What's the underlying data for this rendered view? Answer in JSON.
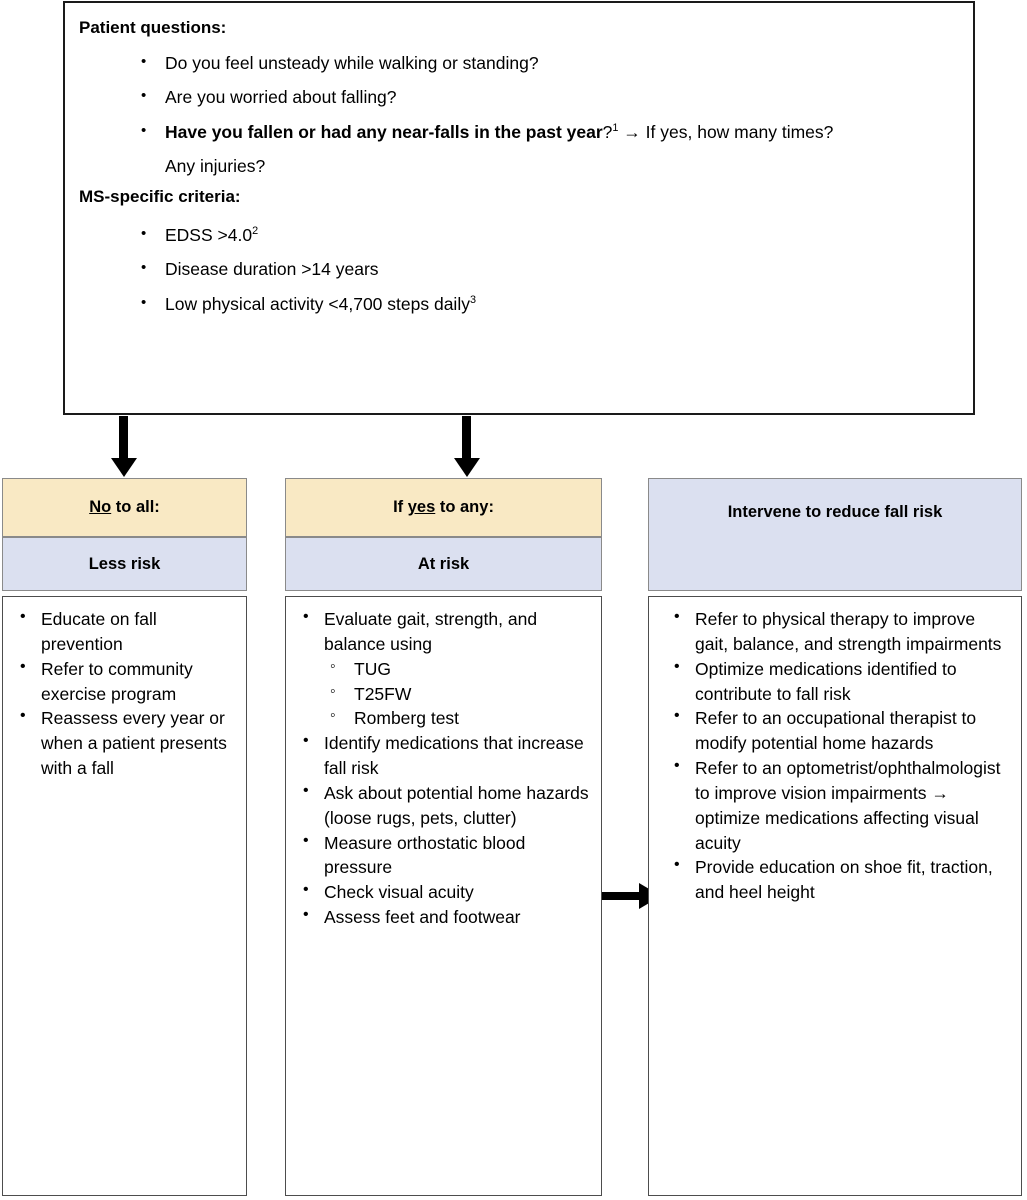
{
  "top_box": {
    "patient_questions_heading": "Patient questions:",
    "patient_questions": [
      {
        "text": "Do you feel unsteady while walking or standing?"
      },
      {
        "text": "Are you worried about falling?"
      }
    ],
    "key_question": {
      "bold_part": "Have you fallen or had any near-falls in the past year",
      "punct": "?",
      "superscript": "1",
      "arrow_glyph": "→",
      "follow_up": "If yes, how many times?",
      "follow_up_line2": "Any injuries?"
    },
    "ms_criteria_heading": "MS-specific criteria:",
    "ms_criteria": [
      {
        "text": "EDSS >4.0",
        "superscript": "2"
      },
      {
        "text": "Disease duration >14 years",
        "superscript": ""
      },
      {
        "text": "Low physical activity <4,700 steps daily",
        "superscript": "3"
      }
    ]
  },
  "columns": {
    "left": {
      "header_prefix": "",
      "header_underlined": "No",
      "header_suffix": " to all:",
      "subheader": "Less risk",
      "items": [
        "Educate on fall prevention",
        "Refer to community exercise program",
        "Reassess every year or when a patient presents with a fall"
      ]
    },
    "middle": {
      "header_prefix": "If ",
      "header_underlined": "yes",
      "header_suffix": " to any:",
      "subheader": "At risk",
      "items": [
        {
          "text": "Evaluate gait, strength, and balance using",
          "sub_items": [
            "TUG",
            "T25FW",
            "Romberg test"
          ]
        },
        {
          "text": "Identify medications that increase fall risk",
          "sub_items": []
        },
        {
          "text": "Ask about potential home hazards (loose rugs, pets, clutter)",
          "sub_items": []
        },
        {
          "text": "Measure orthostatic blood pressure",
          "sub_items": []
        },
        {
          "text": "Check visual acuity",
          "sub_items": []
        },
        {
          "text": "Assess feet and footwear",
          "sub_items": []
        }
      ]
    },
    "right": {
      "header": "Intervene to reduce fall risk",
      "items": [
        {
          "part1": "Refer to physical therapy to improve gait, balance, and strength impairments",
          "arrow": "",
          "part2": ""
        },
        {
          "part1": "Optimize medications identified to contribute to fall risk",
          "arrow": "",
          "part2": ""
        },
        {
          "part1": "Refer to an occupational therapist to modify potential home hazards",
          "arrow": "",
          "part2": ""
        },
        {
          "part1": "Refer to an optometrist/ophthalmologist to improve vision impairments ",
          "arrow": "→",
          "part2": " optimize medications affecting visual acuity"
        },
        {
          "part1": "Provide education on shoe fit, traction, and heel height",
          "arrow": "",
          "part2": ""
        }
      ]
    }
  },
  "colors": {
    "header_cream": "#f9e9c4",
    "header_blue": "#dbe0f0",
    "border_dark": "#1a1a1a",
    "border_grey": "#8a8a8a"
  }
}
